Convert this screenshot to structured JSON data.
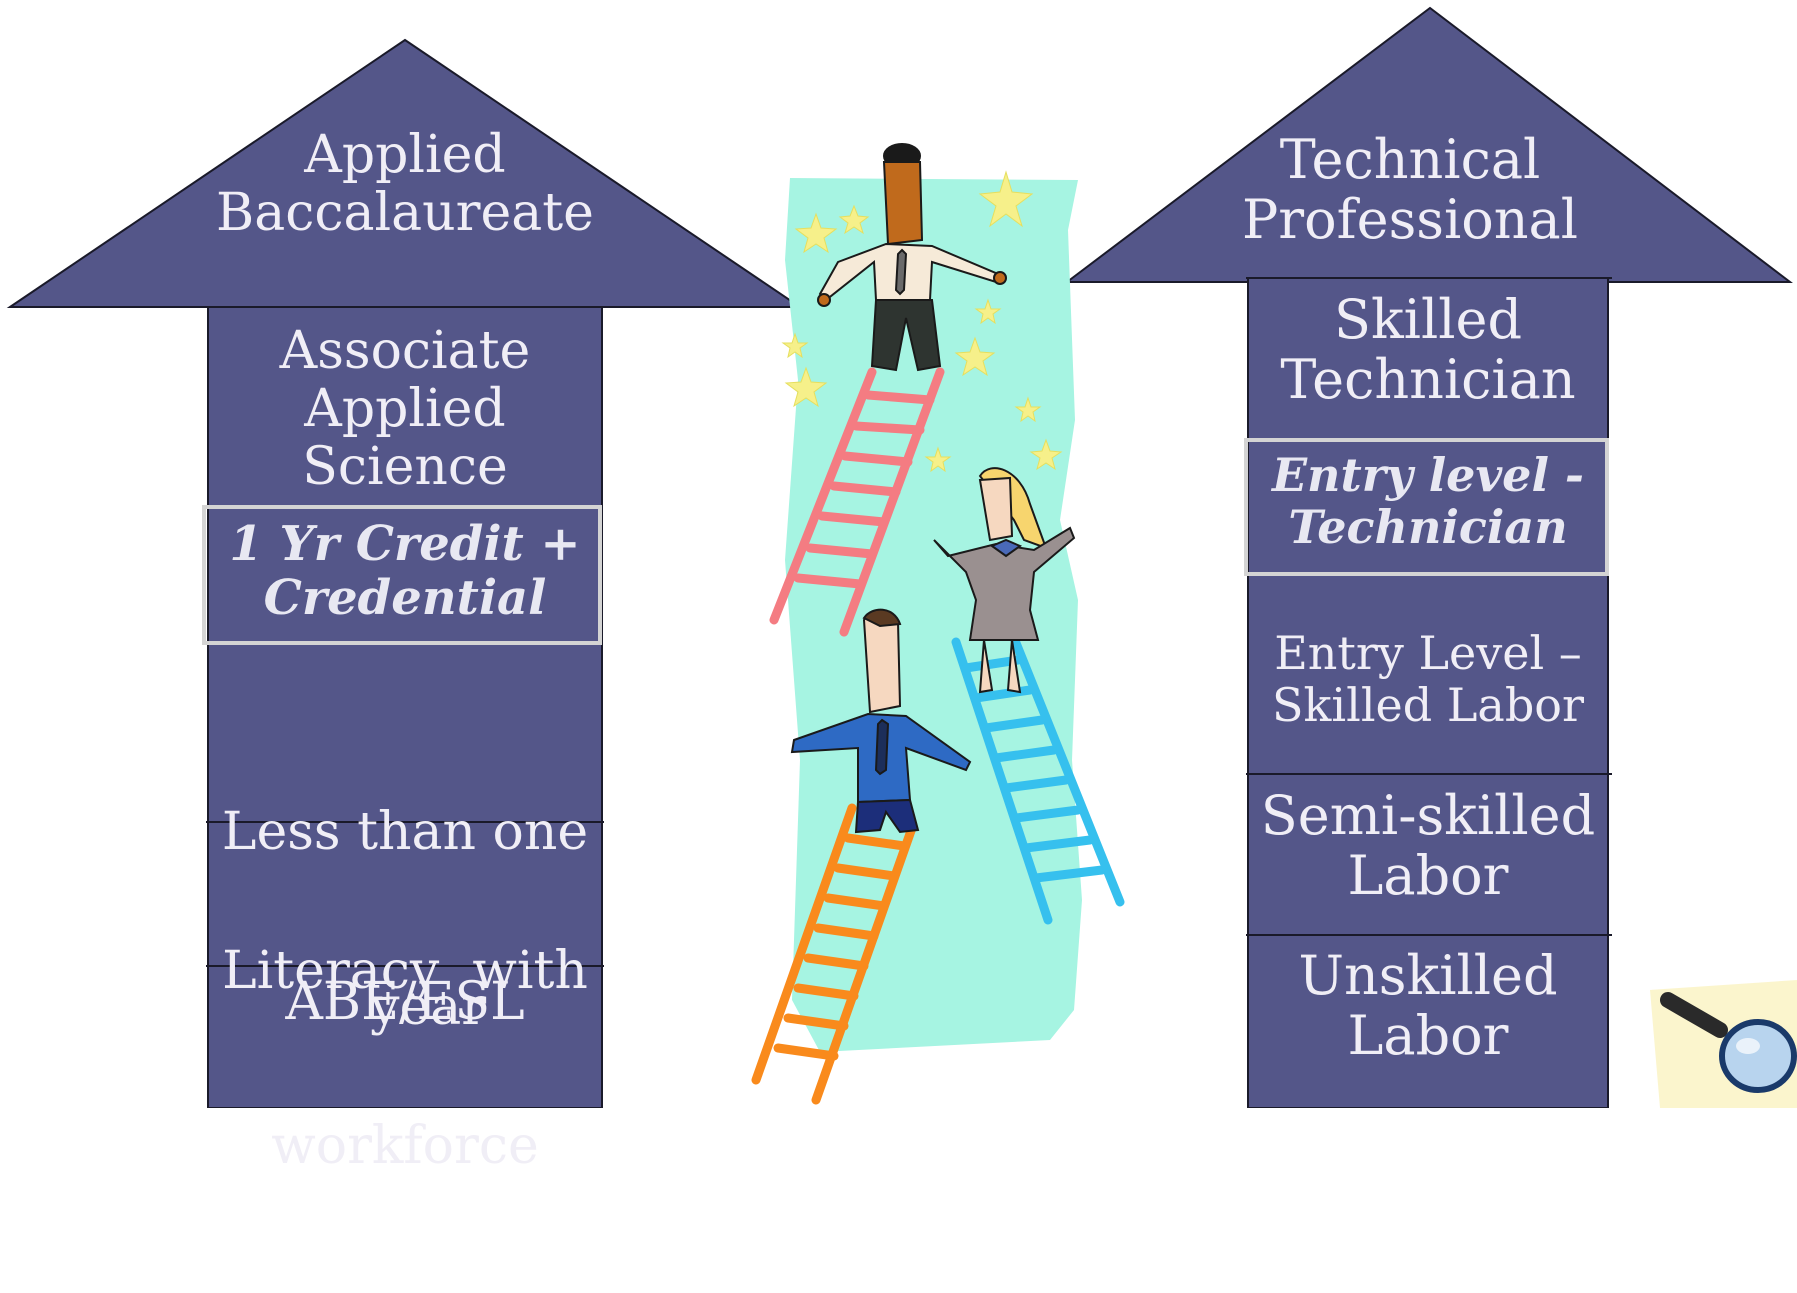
{
  "left_arrow": {
    "head": [
      "Applied",
      "Baccalaureate"
    ],
    "blocks": [
      [
        "Associate",
        "Applied",
        "Science"
      ],
      [
        "1 Yr Credit +",
        "Credential"
      ],
      [
        "Less than one",
        "    year"
      ],
      [
        "Literacy  with",
        "workforce"
      ],
      [
        "ABE/ESL"
      ]
    ]
  },
  "right_arrow": {
    "head": [
      "Technical",
      "Professional"
    ],
    "blocks": [
      [
        "Skilled",
        "Technician"
      ],
      [
        "Entry level -",
        "Technician"
      ],
      [
        "Entry Level –",
        "Skilled Labor"
      ],
      [
        "Semi-skilled",
        "Labor"
      ],
      [
        "Unskilled",
        "Labor"
      ]
    ]
  },
  "colors": {
    "arrow_fill": "#545689",
    "arrow_stroke": "#1a1a2a",
    "text": "#f0eef6",
    "highlight_border": "#d4d4d4",
    "art_background": "#a6f4e2",
    "star": "#f6f08a",
    "ladder_pink": "#f47c82",
    "ladder_blue": "#36c0ee",
    "ladder_orange": "#f98a1c"
  },
  "icons": [
    "career-ladder-illustration",
    "magnifier-icon"
  ]
}
